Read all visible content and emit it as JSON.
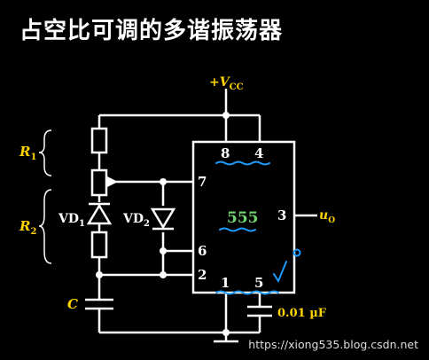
{
  "title": "占空比可调的多谐振荡器",
  "watermark": "https://xiong535.blog.csdn.net",
  "supply": {
    "prefix": "+",
    "symbol": "V",
    "subscript": "CC"
  },
  "ic": {
    "name": "555",
    "pins": {
      "p8": "8",
      "p4": "4",
      "p7": "7",
      "p3": "3",
      "p6": "6",
      "p2": "2",
      "p1": "1",
      "p5": "5"
    }
  },
  "components": {
    "r1": {
      "symbol": "R",
      "subscript": "1"
    },
    "r2": {
      "symbol": "R",
      "subscript": "2"
    },
    "vd1": {
      "symbol": "VD",
      "subscript": "1"
    },
    "vd2": {
      "symbol": "VD",
      "subscript": "2"
    },
    "c": {
      "symbol": "C"
    },
    "c2": {
      "value": "0.01 µF"
    }
  },
  "output": {
    "symbol": "u",
    "subscript": "O"
  },
  "colors": {
    "wire": "#ffffff",
    "ic_fill": "#000000",
    "annotation": "#ffd400",
    "pen": "#1e9bff",
    "ic_name": "#6fd36f"
  }
}
